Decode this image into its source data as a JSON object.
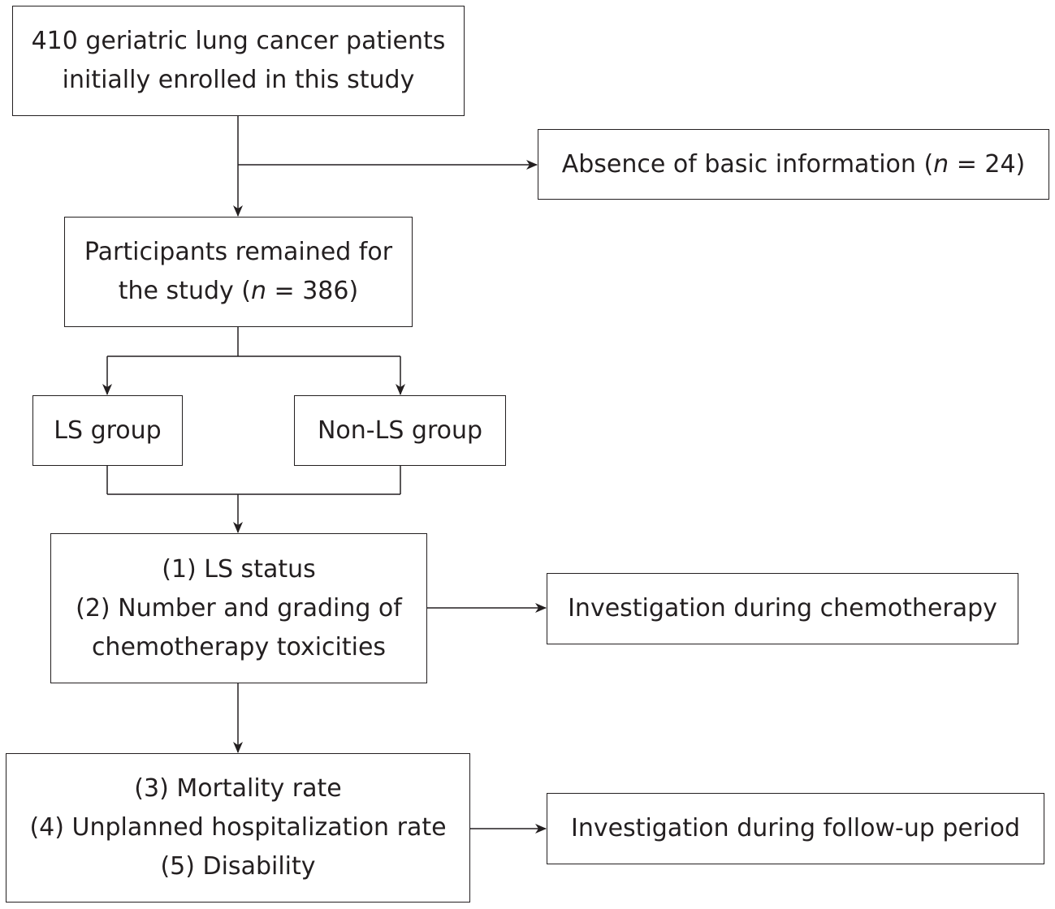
{
  "boxes": {
    "enrolled": {
      "line1": "410 geriatric lung cancer patients",
      "line2": "initially enrolled in this study"
    },
    "excluded": {
      "prefix": "Absence of basic information (",
      "n_symbol": "n",
      "suffix": " = 24)"
    },
    "remained": {
      "line1": "Participants remained for",
      "line2_prefix": "the study (",
      "n_symbol": "n",
      "line2_suffix": " = 386)"
    },
    "ls_group": {
      "label": "LS group"
    },
    "non_ls_group": {
      "label": "Non-LS group"
    },
    "chemo_outcomes": {
      "line1": "(1) LS status",
      "line2": "(2) Number and grading of",
      "line3": "chemotherapy toxicities"
    },
    "chemo_investigation": {
      "label": "Investigation during chemotherapy"
    },
    "followup_outcomes": {
      "line1": "(3) Mortality rate",
      "line2": "(4) Unplanned hospitalization rate",
      "line3": "(5) Disability"
    },
    "followup_investigation": {
      "label": "Investigation during follow-up period"
    }
  }
}
